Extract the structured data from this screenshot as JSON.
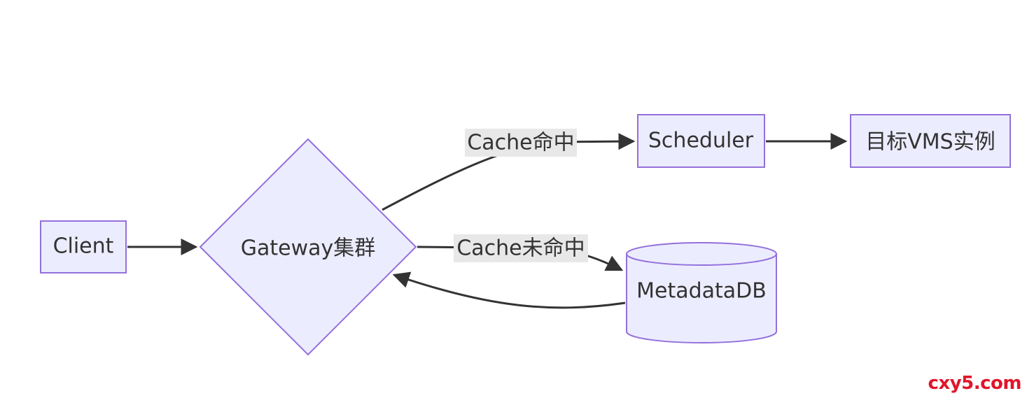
{
  "nodes": {
    "client": "Client",
    "gateway": "Gateway集群",
    "scheduler": "Scheduler",
    "target": "目标VMS实例",
    "metadatadb": "MetadataDB"
  },
  "edges": {
    "cache_hit": "Cache命中",
    "cache_miss": "Cache未命中"
  },
  "watermark": "cxy5.com",
  "colors": {
    "node_fill": "#ECECFF",
    "node_stroke": "#9370DB",
    "edge": "#333333",
    "edge_label_bg": "#E8E8E8",
    "watermark": "#e0162b"
  }
}
